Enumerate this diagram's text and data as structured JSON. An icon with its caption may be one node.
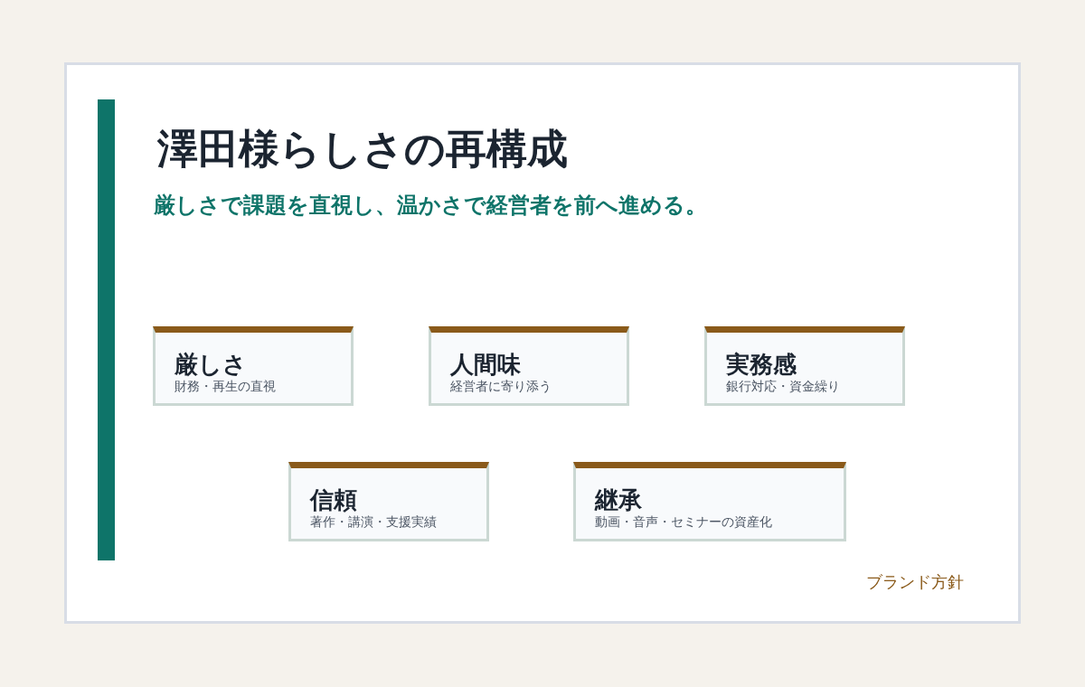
{
  "diagram": {
    "title": "澤田様らしさの再構成",
    "nodes": [
      {
        "text": [
          "厳しさ",
          "財務・再生の直視"
        ]
      },
      {
        "text": [
          "人間味",
          "経営者に寄り添う"
        ]
      },
      {
        "text": [
          "実務感",
          "銀行対応・資金繰り"
        ]
      },
      {
        "text": [
          "信頼",
          "著作・講演・支援実績"
        ]
      },
      {
        "text": [
          "継承",
          "動画・音声・セミナーの資産化"
        ]
      }
    ],
    "labels": [
      "厳しさで課題を直視し、温かさで経営者を前へ進める。",
      "ブランド方針"
    ]
  }
}
